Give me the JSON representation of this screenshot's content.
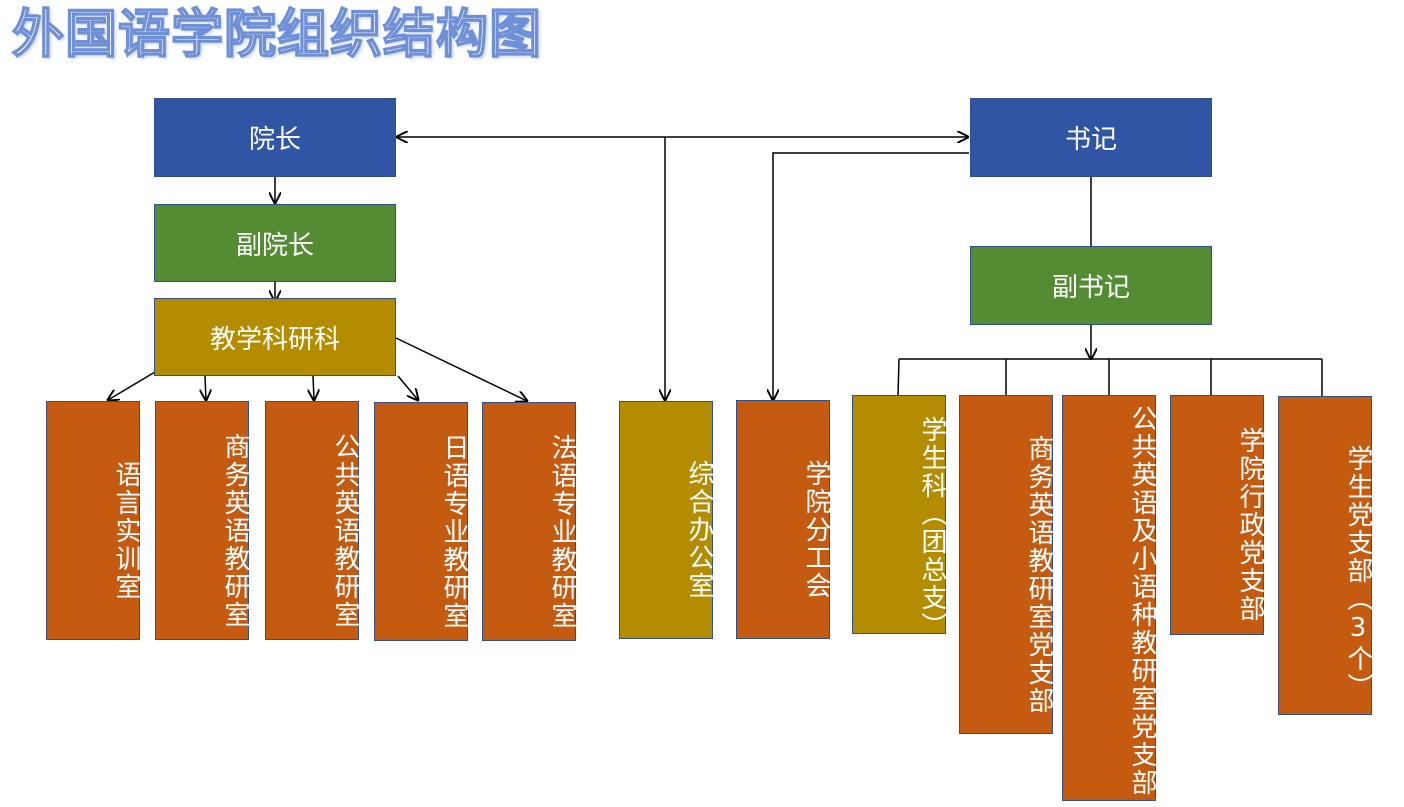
{
  "title": "外国语学院组织结构图",
  "nodes": {
    "dean": "院长",
    "vice_dean": "副院长",
    "teaching_office": "教学科研科",
    "secretary": "书记",
    "vice_secretary": "副书记",
    "lang_training_room": "语言实训室",
    "business_english_office": "商务英语教研室",
    "public_english_office": "公共英语教研室",
    "japanese_office": "日语专业教研室",
    "french_office": "法语专业教研室",
    "general_office": "综合办公室",
    "union": "学院分工会",
    "student_office": "学生科（团总支）",
    "business_english_branch": "商务英语教研室党支部",
    "public_english_branch": "公共英语及小语种教研室党支部",
    "admin_branch": "学院行政党支部",
    "student_branch": "学生党支部（3个）"
  },
  "colors": {
    "blue": "#2f55a4",
    "green": "#548c34",
    "gold": "#b48c00",
    "orange": "#c55a11",
    "line": "#000000"
  }
}
